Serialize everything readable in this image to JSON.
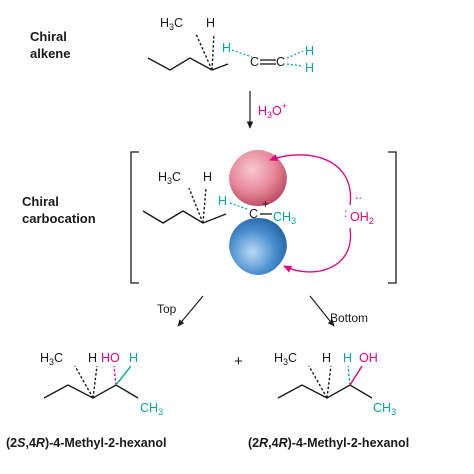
{
  "labels": {
    "chiral_alkene": [
      "Chiral",
      "alkene"
    ],
    "chiral_carbocation": [
      "Chiral",
      "carbocation"
    ]
  },
  "reagent": {
    "base": "H",
    "sub": "3",
    "rest": "O",
    "sup": "+"
  },
  "paths": {
    "top": "Top",
    "bottom": "Bottom"
  },
  "plus": "+",
  "products": {
    "left": {
      "prefix": "(2",
      "s1": "S",
      "mid": ",4",
      "s2": "R",
      "suffix": ")-4-Methyl-2-hexanol"
    },
    "right": {
      "prefix": "(2",
      "s1": "R",
      "mid": ",4",
      "s2": "R",
      "suffix": ")-4-Methyl-2-hexanol"
    }
  },
  "atoms": {
    "methyl": {
      "base": "H",
      "sub": "3",
      "rest": "C"
    },
    "ch3": {
      "base": "CH",
      "sub": "3"
    },
    "oh2": {
      "base": "OH",
      "sub": "2"
    },
    "h": "H",
    "c": "C",
    "ho": "HO",
    "oh": "OH",
    "dots": "..",
    "charge": "+"
  },
  "colors": {
    "text": "#1a1a1a",
    "teal": "#00a99d",
    "magenta": "#e6007e",
    "lobe_top": "#e8899a",
    "lobe_bottom": "#4a8fcf"
  }
}
